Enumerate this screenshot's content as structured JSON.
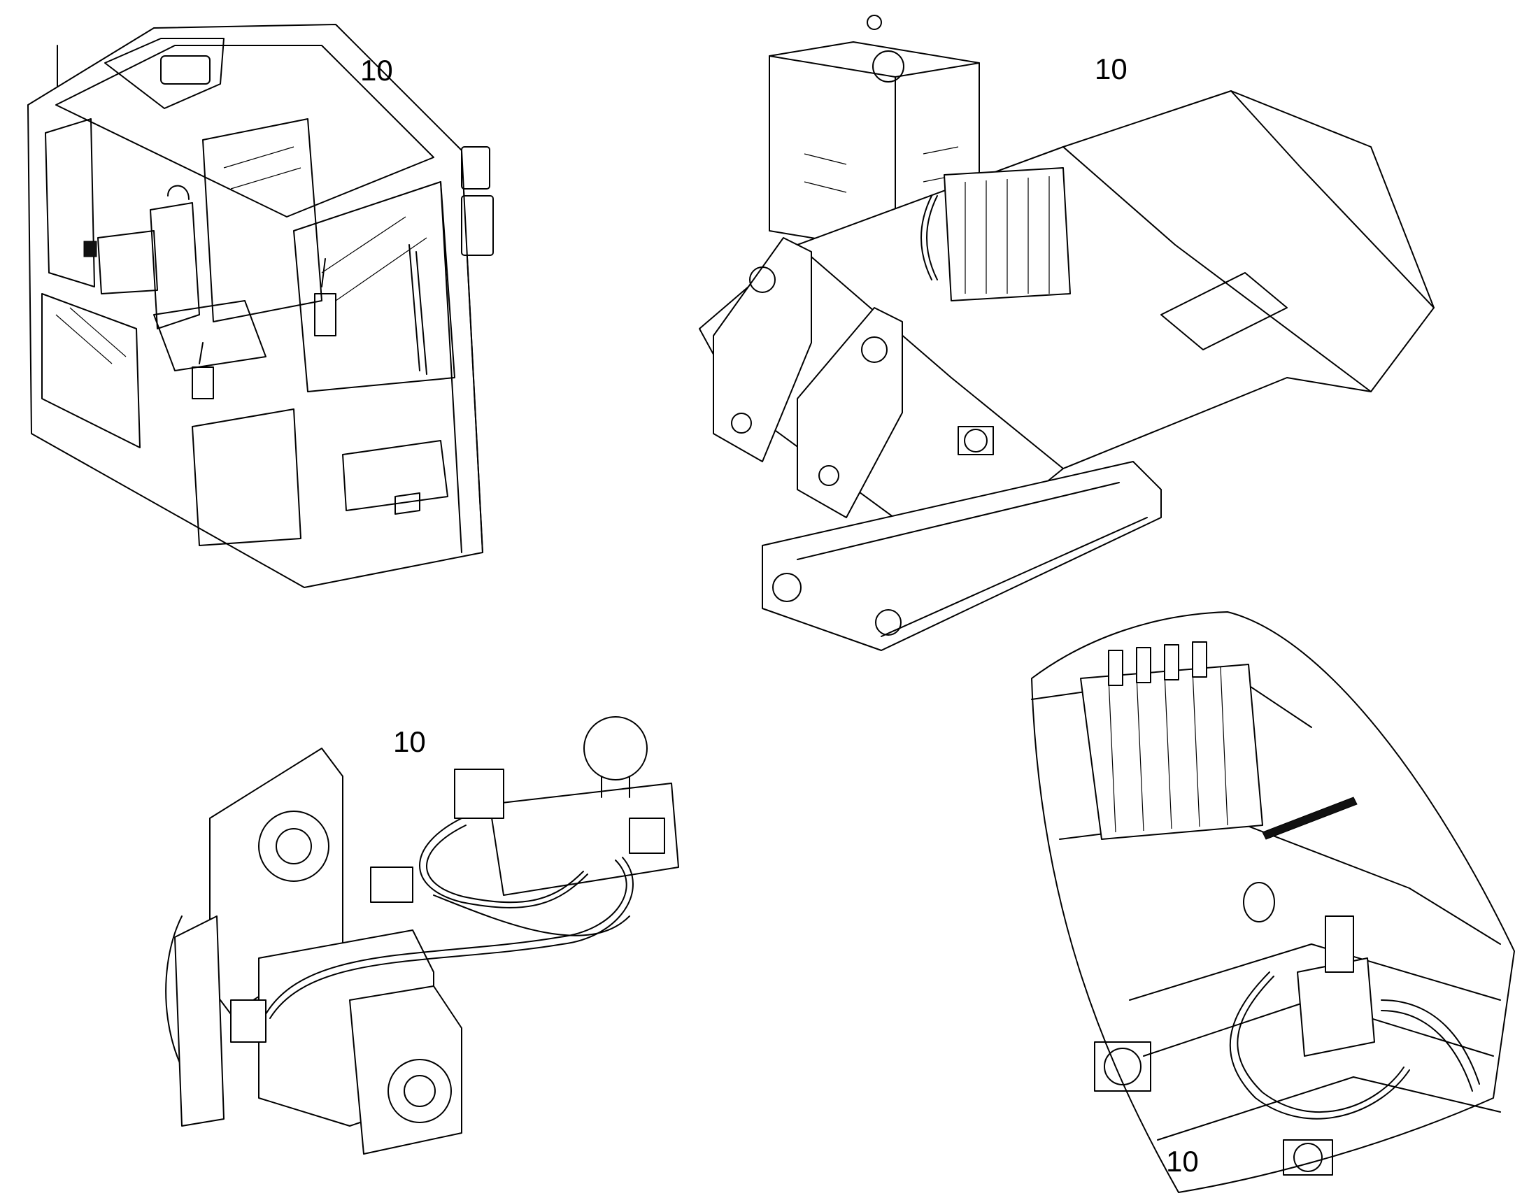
{
  "diagram": {
    "callouts": {
      "cab": "10",
      "frame": "10",
      "pump": "10",
      "detail": "10"
    }
  }
}
